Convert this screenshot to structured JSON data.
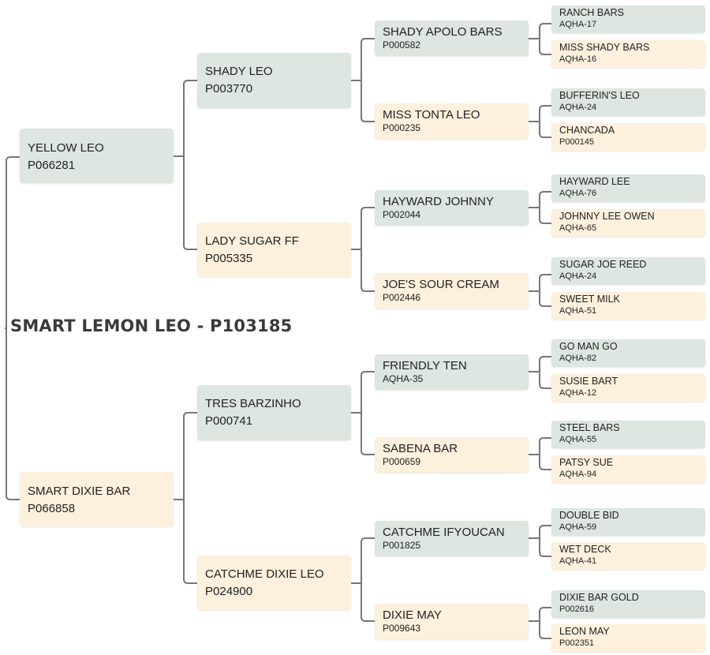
{
  "title": "SMART LEMON LEO - P103185",
  "colors": {
    "sire_box": "#dde6e0",
    "dam_box": "#fdf0dc",
    "connector": "#777777"
  },
  "pedigree": {
    "sire": {
      "name": "YELLOW LEO",
      "reg": "P066281"
    },
    "dam": {
      "name": "SMART DIXIE BAR",
      "reg": "P066858"
    },
    "grandparents": [
      {
        "name": "SHADY LEO",
        "reg": "P003770"
      },
      {
        "name": "LADY SUGAR FF",
        "reg": "P005335"
      },
      {
        "name": "TRES BARZINHO",
        "reg": "P000741"
      },
      {
        "name": "CATCHME DIXIE LEO",
        "reg": "P024900"
      }
    ],
    "great_grandparents": [
      {
        "name": "SHADY APOLO BARS",
        "reg": "P000582"
      },
      {
        "name": "MISS TONTA LEO",
        "reg": "P000235"
      },
      {
        "name": "HAYWARD JOHNNY",
        "reg": "P002044"
      },
      {
        "name": "JOE'S SOUR CREAM",
        "reg": "P002446"
      },
      {
        "name": "FRIENDLY TEN",
        "reg": "AQHA-35"
      },
      {
        "name": "SABENA BAR",
        "reg": "P000659"
      },
      {
        "name": "CATCHME IFYOUCAN",
        "reg": "P001825"
      },
      {
        "name": "DIXIE MAY",
        "reg": "P009643"
      }
    ],
    "great_great_grandparents": [
      {
        "name": "RANCH BARS",
        "reg": "AQHA-17"
      },
      {
        "name": "MISS SHADY BARS",
        "reg": "AQHA-16"
      },
      {
        "name": "BUFFERIN'S LEO",
        "reg": "AQHA-24"
      },
      {
        "name": "CHANCADA",
        "reg": "P000145"
      },
      {
        "name": "HAYWARD LEE",
        "reg": "AQHA-76"
      },
      {
        "name": "JOHNNY LEE OWEN",
        "reg": "AQHA-65"
      },
      {
        "name": "SUGAR JOE REED",
        "reg": "AQHA-24"
      },
      {
        "name": "SWEET MILK",
        "reg": "AQHA-51"
      },
      {
        "name": "GO MAN GO",
        "reg": "AQHA-82"
      },
      {
        "name": "SUSIE BART",
        "reg": "AQHA-12"
      },
      {
        "name": "STEEL BARS",
        "reg": "AQHA-55"
      },
      {
        "name": "PATSY SUE",
        "reg": "AQHA-94"
      },
      {
        "name": "DOUBLE BID",
        "reg": "AQHA-59"
      },
      {
        "name": "WET DECK",
        "reg": "AQHA-41"
      },
      {
        "name": "DIXIE BAR GOLD",
        "reg": "P002616"
      },
      {
        "name": "LEON MAY",
        "reg": "P002351"
      }
    ]
  }
}
